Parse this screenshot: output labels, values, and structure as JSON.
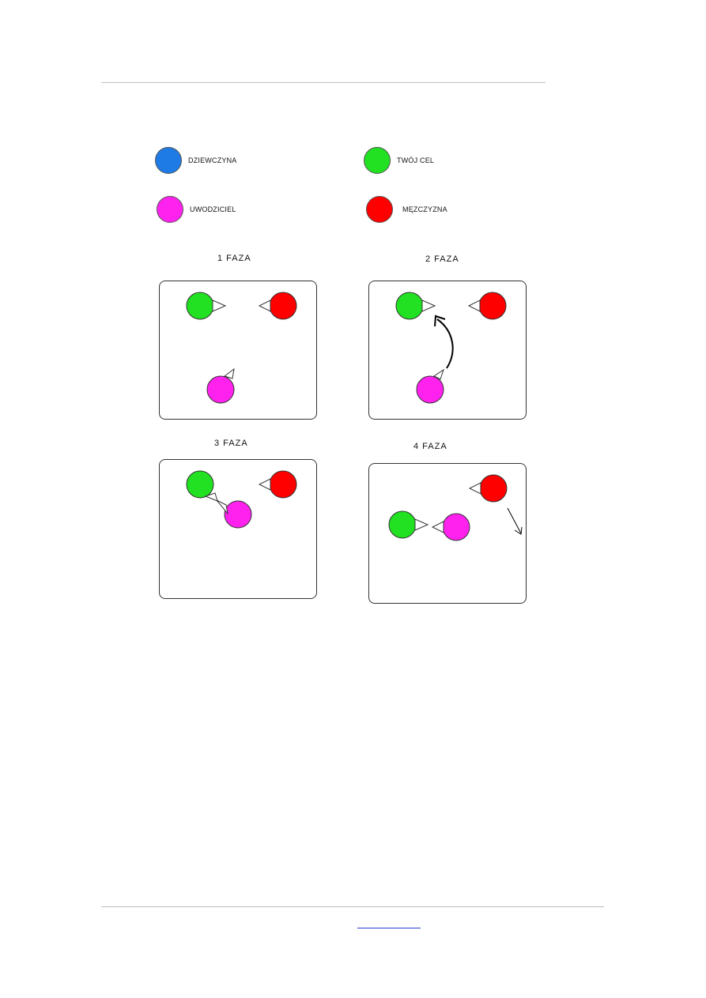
{
  "legend": [
    {
      "id": "girl",
      "label": "DZIEWCZYNA",
      "color": "#1e7be6"
    },
    {
      "id": "target",
      "label": "TWÓJ CEL",
      "color": "#22e022"
    },
    {
      "id": "seducer",
      "label": "UWODZICIEL",
      "color": "#ff22ee"
    },
    {
      "id": "man",
      "label": "MĘZCZYZNA",
      "color": "#ff0000"
    }
  ],
  "phases": [
    {
      "label": "1   FAZA"
    },
    {
      "label": "2   FAZA"
    },
    {
      "label": "3   FAZA"
    },
    {
      "label": "4   FAZA"
    }
  ],
  "footer": {
    "link_text": ""
  }
}
